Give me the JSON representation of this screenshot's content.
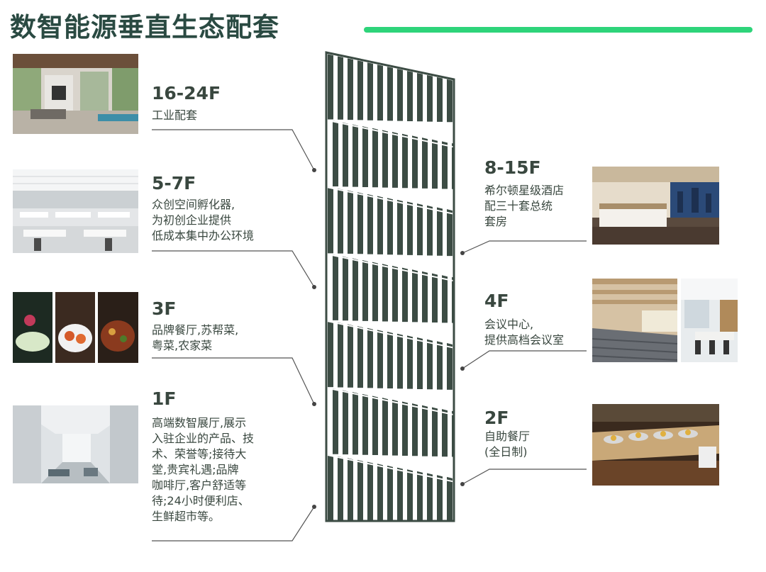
{
  "title": "数智能源垂直生态配套",
  "colors": {
    "accent": "#2ed47a",
    "tower": "#3c4c44",
    "text": "#39473f",
    "leader": "#555555"
  },
  "left_sections": [
    {
      "floor": "16-24F",
      "lines": [
        "工业配套"
      ]
    },
    {
      "floor": "5-7F",
      "lines": [
        "众创空间孵化器,",
        "为初创企业提供",
        "低成本集中办公环境"
      ]
    },
    {
      "floor": "3F",
      "lines": [
        "品牌餐厅,苏帮菜,",
        "粤菜,农家菜"
      ]
    },
    {
      "floor": "1F",
      "lines": [
        "高端数智展厅,展示",
        "入驻企业的产品、技",
        "术、荣誉等;接待大",
        "堂,贵宾礼遇;品牌",
        "咖啡厅,客户舒适等",
        "待;24小时便利店、",
        "生鲜超市等。"
      ]
    }
  ],
  "right_sections": [
    {
      "floor": "8-15F",
      "lines": [
        "希尔顿星级酒店",
        "配三十套总统",
        "套房"
      ]
    },
    {
      "floor": "4F",
      "lines": [
        "会议中心,",
        "提供高档会议室"
      ]
    },
    {
      "floor": "2F",
      "lines": [
        "自助餐厅",
        "(全日制)"
      ]
    }
  ]
}
